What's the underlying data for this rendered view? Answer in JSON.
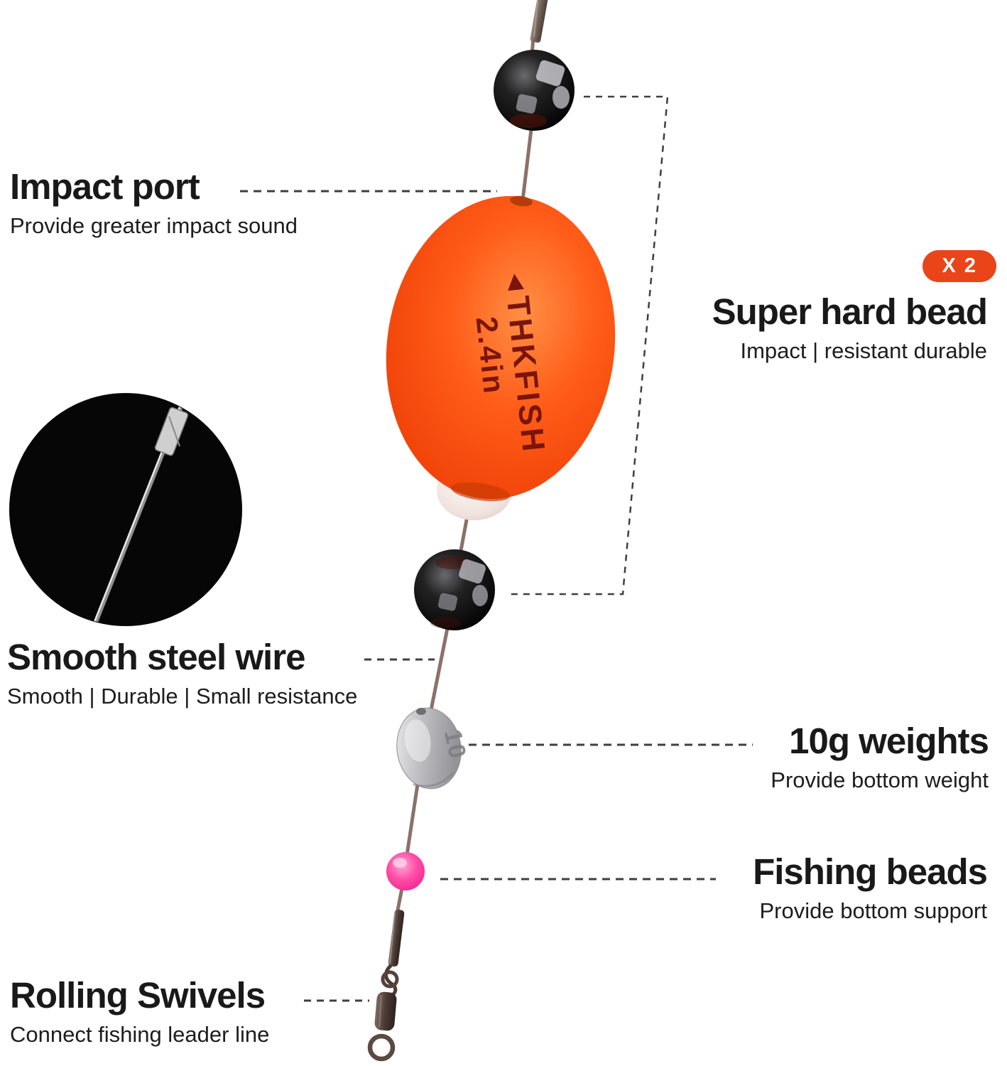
{
  "illustration": {
    "float_label": {
      "brand": "THKFISH",
      "size": "2.4in"
    },
    "weight_marking": "10"
  },
  "icons": {
    "fish_logo": "◀"
  },
  "badge": {
    "label": "X 2"
  },
  "annotations": {
    "impact_port": {
      "title": "Impact port",
      "subtitle": "Provide greater impact sound"
    },
    "super_hard_bead": {
      "title": "Super hard bead",
      "subtitle": "Impact | resistant durable"
    },
    "smooth_steel_wire": {
      "title": "Smooth steel wire",
      "subtitle": "Smooth | Durable | Small resistance"
    },
    "weights_10g": {
      "title": "10g weights",
      "subtitle": "Provide bottom weight"
    },
    "fishing_beads": {
      "title": "Fishing beads",
      "subtitle": "Provide bottom support"
    },
    "rolling_swivels": {
      "title": "Rolling Swivels",
      "subtitle": "Connect fishing leader line"
    }
  },
  "colors": {
    "background": "#ffffff",
    "heading_text": "#191919",
    "badge_orange": "#ea4419",
    "float_orange": "#ff5c18",
    "float_print_red": "#7a150d",
    "bead_black": "#0a0a0a",
    "fishing_bead_pink": "#ff4da6",
    "lead_gray": "#bcbcc0",
    "wire_brown": "#8b7168",
    "connector_dash": "#3f3f3f"
  }
}
